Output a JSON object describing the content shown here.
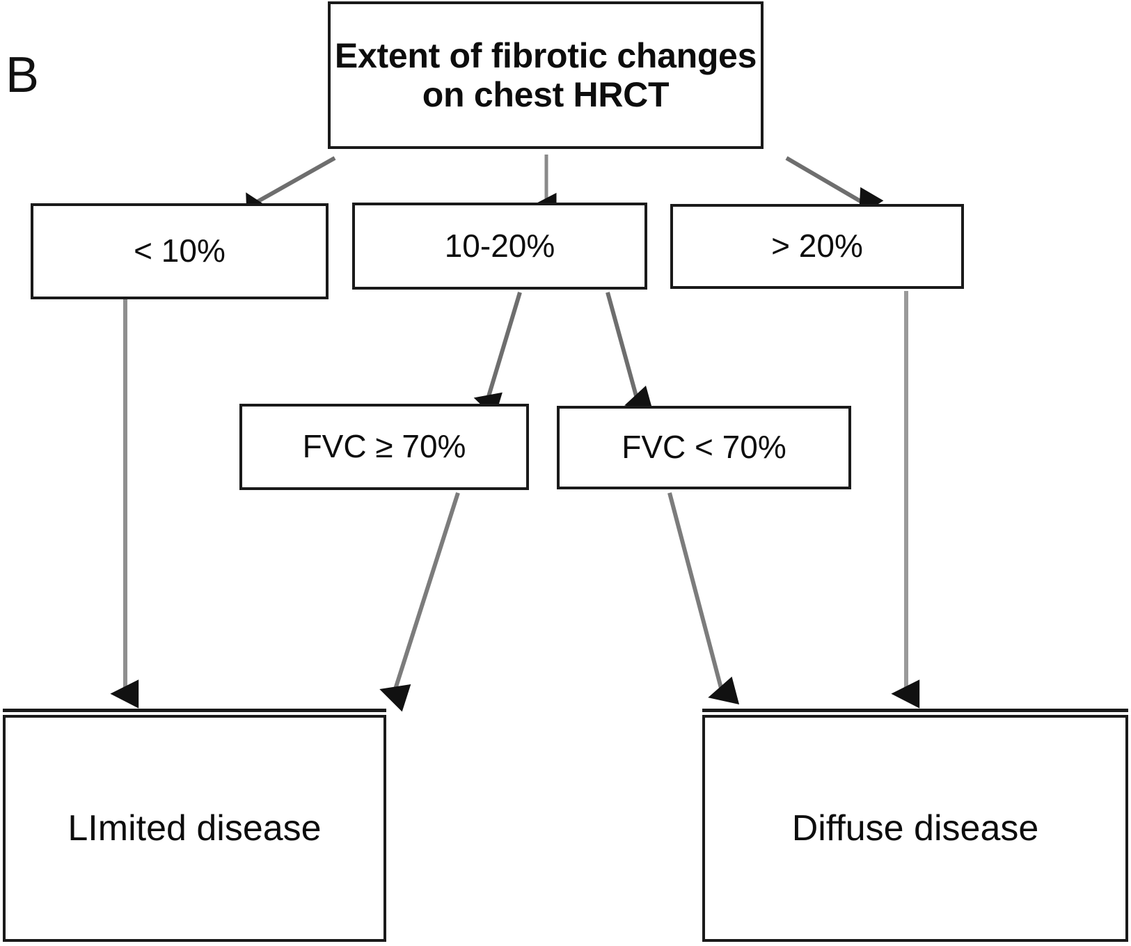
{
  "figure": {
    "panel_letter": "B",
    "type": "decision-flowchart"
  },
  "nodes": {
    "root": {
      "label": "Extent of fibrotic changes\non chest HRCT"
    },
    "extent_lt10": {
      "label": "< 10%"
    },
    "extent_10_20": {
      "label": "10-20%"
    },
    "extent_gt20": {
      "label": "> 20%"
    },
    "fvc_ge70": {
      "label": "FVC ≥ 70%"
    },
    "fvc_lt70": {
      "label": "FVC < 70%"
    },
    "outcome_limited": {
      "label": "LImited disease"
    },
    "outcome_diffuse": {
      "label": "Diffuse disease"
    }
  },
  "edges": [
    {
      "from": "root",
      "to": "extent_lt10",
      "style": "diagonal-arrow"
    },
    {
      "from": "root",
      "to": "extent_10_20",
      "style": "vertical-arrow"
    },
    {
      "from": "root",
      "to": "extent_gt20",
      "style": "diagonal-arrow"
    },
    {
      "from": "extent_lt10",
      "to": "outcome_limited",
      "style": "vertical-arrow"
    },
    {
      "from": "extent_10_20",
      "to": "fvc_ge70",
      "style": "diagonal-arrow"
    },
    {
      "from": "extent_10_20",
      "to": "fvc_lt70",
      "style": "diagonal-arrow"
    },
    {
      "from": "extent_gt20",
      "to": "outcome_diffuse",
      "style": "vertical-arrow"
    },
    {
      "from": "fvc_ge70",
      "to": "outcome_limited",
      "style": "diagonal-arrow"
    },
    {
      "from": "fvc_lt70",
      "to": "outcome_diffuse",
      "style": "diagonal-arrow"
    }
  ],
  "colors": {
    "background": "#ffffff",
    "box_border": "#1a1a1a",
    "text": "#0d0d0d",
    "connector": "#7a7a7a",
    "arrowhead": "#111111"
  }
}
